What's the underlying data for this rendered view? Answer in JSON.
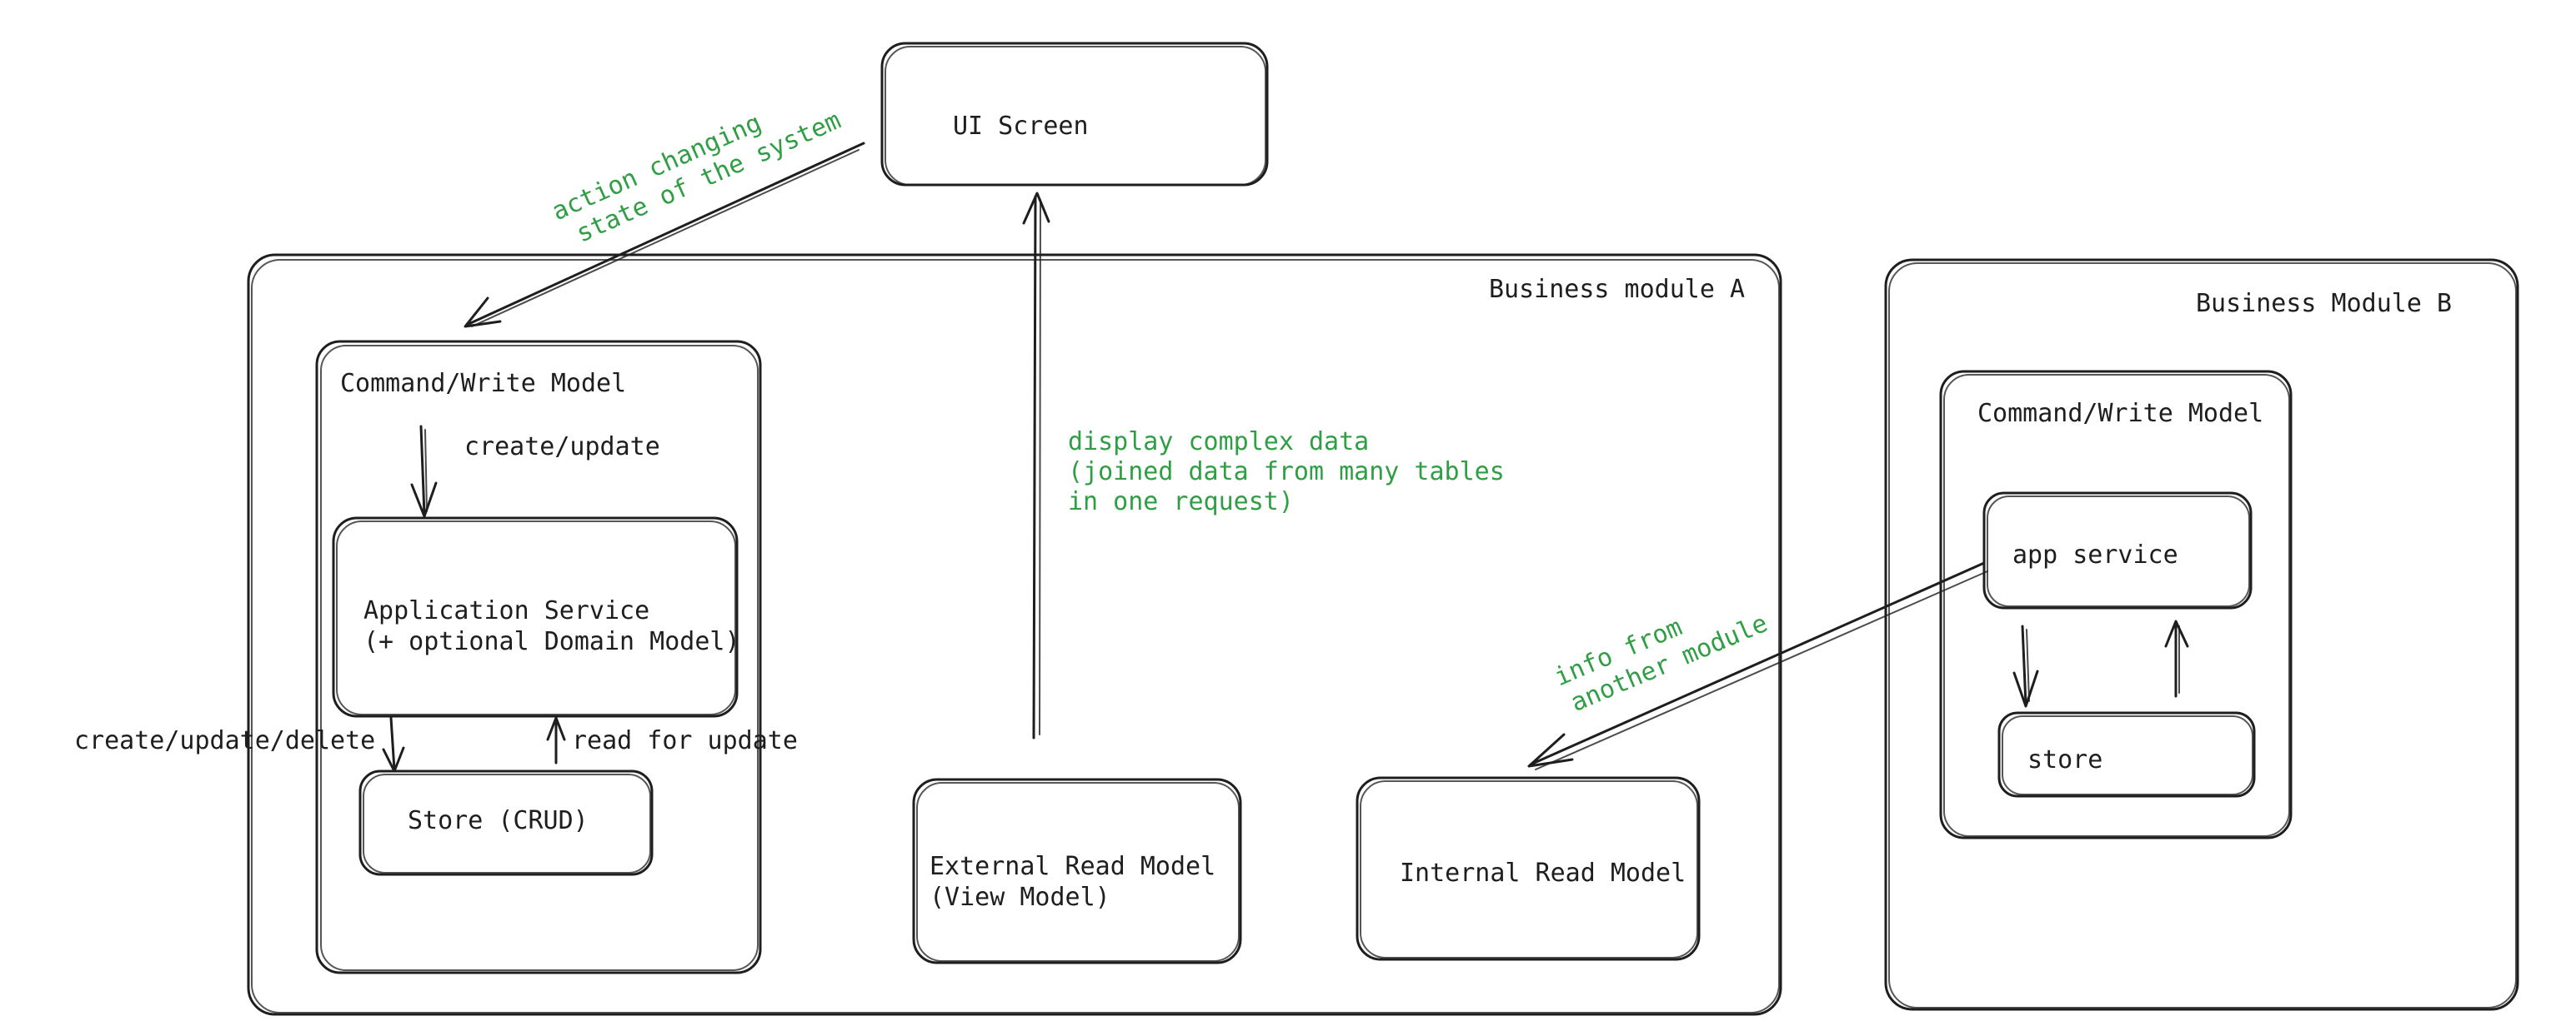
{
  "ui_screen": {
    "label": "UI Screen"
  },
  "module_a": {
    "title": "Business module A",
    "command_write_model": {
      "title": "Command/Write Model",
      "create_update_label": "create/update",
      "application_service": {
        "line1": "Application Service",
        "line2": "(+ optional Domain Model)"
      },
      "create_update_delete_label": "create/update/delete",
      "read_for_update_label": "read for update",
      "store": "Store (CRUD)"
    },
    "external_read_model": {
      "line1": "External Read Model",
      "line2": "(View Model)"
    },
    "internal_read_model": "Internal Read Model"
  },
  "module_b": {
    "title": "Business Module B",
    "command_write_model": {
      "title": "Command/Write Model",
      "app_service": "app service",
      "store": "store"
    }
  },
  "annotations": {
    "action_line1": "action changing",
    "action_line2": "state of the system",
    "display_line1": "display complex data",
    "display_line2": "(joined data from many tables",
    "display_line3": "in one request)",
    "info_line1": "info from",
    "info_line2": "another module"
  },
  "colors": {
    "stroke": "#1e1e1e",
    "annotation": "#2f9e44",
    "background": "#ffffff"
  }
}
